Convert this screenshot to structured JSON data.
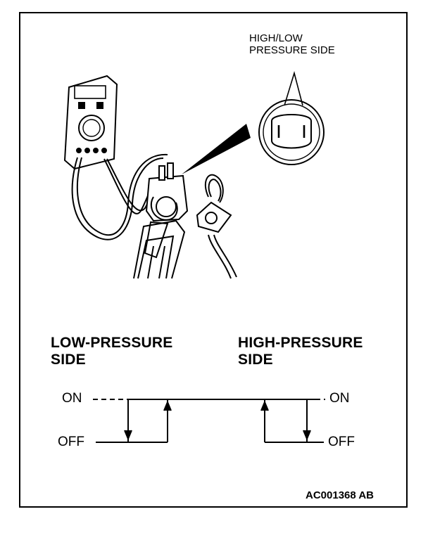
{
  "callout": {
    "line1": "HIGH/LOW",
    "line2": "PRESSURE SIDE"
  },
  "low_side": {
    "title_line1": "LOW-PRESSURE",
    "title_line2": "SIDE"
  },
  "high_side": {
    "title_line1": "HIGH-PRESSURE",
    "title_line2": "SIDE"
  },
  "states": {
    "on": "ON",
    "off": "OFF"
  },
  "figure_code": "AC001368 AB"
}
